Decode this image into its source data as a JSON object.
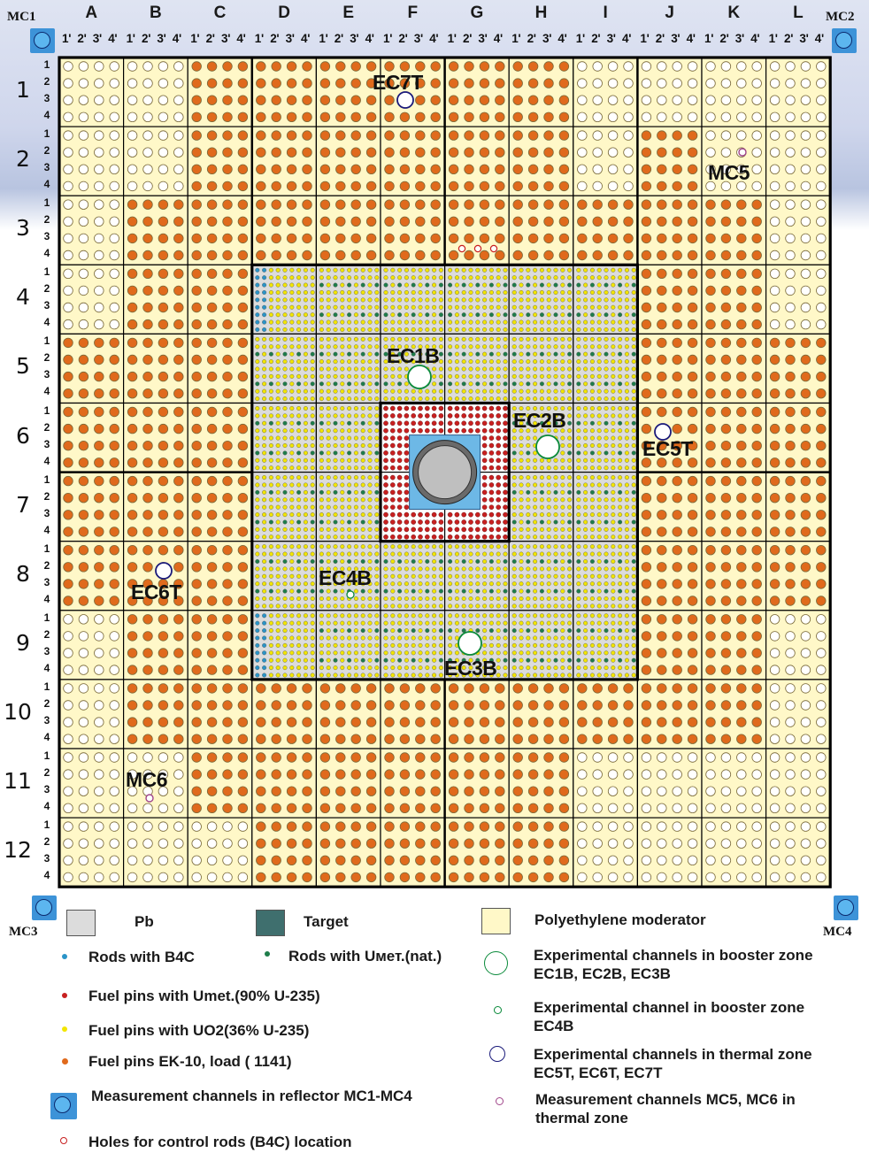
{
  "columns": [
    "A",
    "B",
    "C",
    "D",
    "E",
    "F",
    "G",
    "H",
    "I",
    "J",
    "K",
    "L"
  ],
  "sub_columns": [
    "1'",
    "2'",
    "3'",
    "4'"
  ],
  "rows": [
    "1",
    "2",
    "3",
    "4",
    "5",
    "6",
    "7",
    "8",
    "9",
    "10",
    "11",
    "12"
  ],
  "sub_rows": [
    "1",
    "2",
    "3",
    "4"
  ],
  "colors": {
    "polyethylene": "#fff8c8",
    "pb": "#dcdcdc",
    "target_box": "#6db8e6",
    "target_outer": "#6a6a6a",
    "target_inner": "#bfbfbf",
    "b4c": "#2a94c8",
    "umet_nat": "#1e7d4a",
    "umet90": "#c82020",
    "uo2": "#f2e500",
    "ek10": "#e06a1c",
    "empty": "#ffffff",
    "channel_booster": "#0a8a3a",
    "channel_thermal": "#1a1a7a",
    "mc_inner": "#a0458a",
    "grid_line": "#000000"
  },
  "cell_fill": [
    "EEEEEEEEEEEE",
    "EEEEEEEEEEEE",
    "EEEEEEEEEEEE",
    "EEEPPPPPPEEE",
    "EEEPPPPPPEEE",
    "EEEPPTTPPEEE",
    "EEEPPTTPPEEE",
    "EEEPPPPPPEEE",
    "EEEPPPPPPEEE",
    "EEEEEEEEEEEE",
    "EEEEEEEEEEEE",
    "EEEEEEEEEEEE"
  ],
  "cell_pins": [
    "WWOOOOOOWWWW",
    "WWOOOOOOWOWW",
    "WOOOOOOOOOOW",
    "WOOBYYYYYOOW",
    "OOOYYYYYYOOO",
    "OOOYYRRYYOOO",
    "OOOYYRRYYOOO",
    "OOOYYYYYYOOO",
    "WOOBYYYYYOOW",
    "WOOOOOOOOOOW",
    "WWOOOOOOWWWW",
    "WWWOOOOOWWWW"
  ],
  "grid_labels": {
    "channels": [
      {
        "text": "EC7T",
        "col": 5,
        "row": 0
      },
      {
        "text": "MC5",
        "col": 10,
        "row": 1
      },
      {
        "text": "EC1B",
        "col": 5,
        "row": 4
      },
      {
        "text": "EC2B",
        "col": 7,
        "row": 5
      },
      {
        "text": "EC5T",
        "col": 9,
        "row": 5
      },
      {
        "text": "EC6T",
        "col": 1,
        "row": 7
      },
      {
        "text": "EC4B",
        "col": 4,
        "row": 7
      },
      {
        "text": "EC3B",
        "col": 6,
        "row": 8
      },
      {
        "text": "MC6",
        "col": 1,
        "row": 10
      }
    ]
  },
  "corners": {
    "mc1": "MC1",
    "mc2": "MC2",
    "mc3": "MC3",
    "mc4": "MC4"
  },
  "legend": {
    "pb": "Pb",
    "target": "Target",
    "poly": "Polyethylene moderator",
    "b4c": "Rods with B4C",
    "umet_nat": "Rods with Uмет.(nat.)",
    "umet90": "Fuel pins with Umet.(90% U-235)",
    "uo2": "Fuel pins with UO2(36% U-235)",
    "ek10": "Fuel pins EK-10, load ( 1141)",
    "mc_reflector": "Measurement channels in reflector MC1-MC4",
    "holes": "Holes for control rods (B4C) location",
    "ec_booster": "Experimental channels in  booster zone EC1B, EC2B, EC3B",
    "ec4b": "Experimental channel in  booster zone EC4B",
    "ec_thermal": "Experimental channels in thermal zone EC5T, EC6T, EC7T",
    "mc_thermal": "Measurement channels  MC5,   MC6 in thermal zone"
  }
}
